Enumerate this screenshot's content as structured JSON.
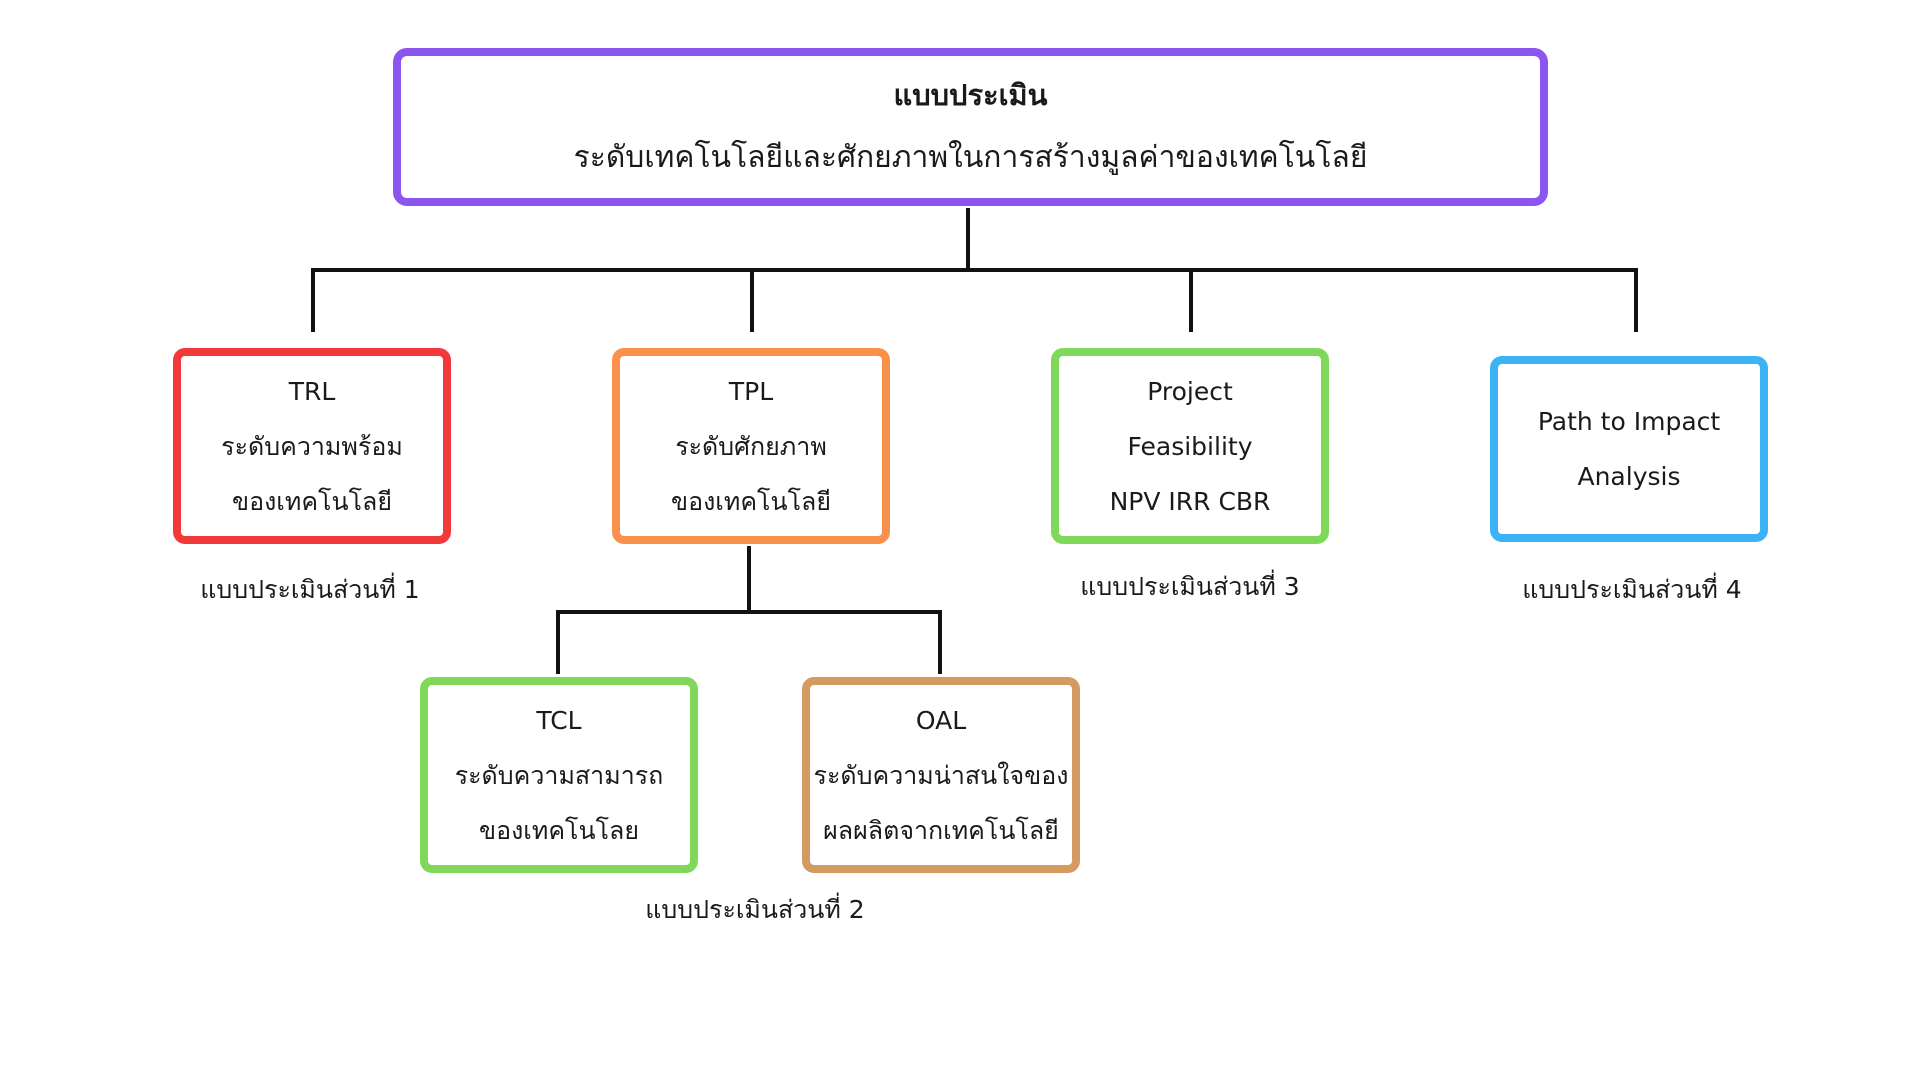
{
  "root": {
    "title": "แบบประเมิน",
    "subtitle": "ระดับเทคโนโลยีและศักยภาพในการสร้างมูลค่าของเทคโนโลยี",
    "border_color": "#8b55f0"
  },
  "nodes": {
    "trl": {
      "lines": [
        "TRL",
        "ระดับความพร้อม",
        "ของเทคโนโลยี"
      ],
      "border_color": "#f33a3a"
    },
    "tpl": {
      "lines": [
        "TPL",
        "ระดับศักยภาพ",
        "ของเทคโนโลยี"
      ],
      "border_color": "#f9914d"
    },
    "project": {
      "lines": [
        "Project",
        "Feasibility",
        "NPV IRR CBR"
      ],
      "border_color": "#80d85a"
    },
    "path": {
      "lines": [
        "Path to Impact",
        "Analysis"
      ],
      "border_color": "#3bb3f5"
    },
    "tcl": {
      "lines": [
        "TCL",
        "ระดับความสามารถ",
        "ของเทคโนโลย"
      ],
      "border_color": "#80d85a"
    },
    "oal": {
      "lines": [
        "OAL",
        "ระดับความน่าสนใจของ",
        "ผลผลิตจากเทคโนโลยี"
      ],
      "border_color": "#d59a60"
    }
  },
  "captions": {
    "part1": "แบบประเมินส่วนที่ 1",
    "part2": "แบบประเมินส่วนที่ 2",
    "part3": "แบบประเมินส่วนที่ 3",
    "part4": "แบบประเมินส่วนที่ 4"
  }
}
